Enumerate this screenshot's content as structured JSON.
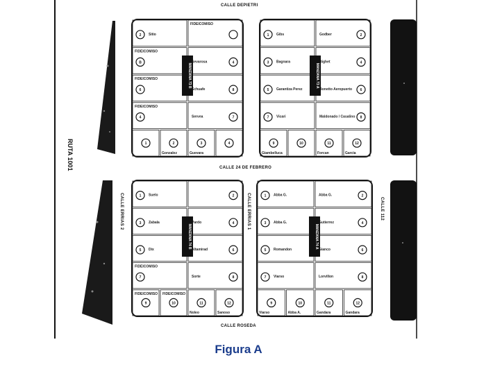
{
  "streets": {
    "top": "CALLE DEPIETRI",
    "middle": "CALLE 24 DE FEBRERO",
    "bottom": "CALLE ROSEDA",
    "left": "CALLE ERRIAS 2",
    "center": "CALLE ERRIAS 1",
    "right": "CALLE 112",
    "ruta": "RUTA 1001"
  },
  "caption": "Figura A",
  "blocks": [
    {
      "id": "top-left",
      "manzana": "MANZANA 73 B",
      "lots": [
        {
          "name": "Sitio",
          "number": "2"
        },
        {
          "name": "FIDEICOMISO",
          "number": ""
        },
        {
          "name": "FIDEICOMISO",
          "number": "B"
        },
        {
          "name": "Sevarosa",
          "number": "4"
        },
        {
          "name": "FIDEICOMISO",
          "number": "6"
        },
        {
          "name": "Schuafe",
          "number": "8"
        },
        {
          "name": "FIDEICOMISO",
          "number": "4"
        },
        {
          "name": "Servea",
          "number": "7"
        },
        {
          "name": "",
          "number": "1"
        },
        {
          "name": "Gonzalez",
          "number": "2"
        },
        {
          "name": "Guevara",
          "number": "3"
        },
        {
          "name": "",
          "number": "4"
        }
      ]
    },
    {
      "id": "top-right",
      "manzana": "MANZANA 73 A",
      "lots": [
        {
          "name": "Gibs",
          "number": "1"
        },
        {
          "name": "Godber",
          "number": "2"
        },
        {
          "name": "Bagnara",
          "number": "3"
        },
        {
          "name": "Bighet",
          "number": "4"
        },
        {
          "name": "Garantiza Perez",
          "number": "5"
        },
        {
          "name": "Bonetto Aeropuerto",
          "number": "6"
        },
        {
          "name": "Vicari",
          "number": "7"
        },
        {
          "name": "Maldonado / Casalino",
          "number": "8"
        },
        {
          "name": "Giambelluca",
          "number": "9"
        },
        {
          "name": "",
          "number": "10"
        },
        {
          "name": "Forcan",
          "number": "11"
        },
        {
          "name": "Garcia",
          "number": "12"
        }
      ]
    },
    {
      "id": "bottom-left",
      "manzana": "MANZANA 74 B",
      "lots": [
        {
          "name": "Suelo",
          "number": "1"
        },
        {
          "name": "",
          "number": "2"
        },
        {
          "name": "Zabala",
          "number": "3"
        },
        {
          "name": "Pardo",
          "number": "4"
        },
        {
          "name": "Dix",
          "number": "5"
        },
        {
          "name": "Altamirad",
          "number": "6"
        },
        {
          "name": "FIDEICOMISO",
          "number": "7"
        },
        {
          "name": "Sorte",
          "number": "8"
        },
        {
          "name": "FIDEICOMISO",
          "number": "9"
        },
        {
          "name": "FIDEICOMISO",
          "number": "10"
        },
        {
          "name": "Noleo",
          "number": "11"
        },
        {
          "name": "Sanoso",
          "number": "12"
        }
      ]
    },
    {
      "id": "bottom-right",
      "manzana": "MANZANA 74 A",
      "lots": [
        {
          "name": "Abba G.",
          "number": "1"
        },
        {
          "name": "Abba G.",
          "number": "2"
        },
        {
          "name": "Abba G.",
          "number": "3"
        },
        {
          "name": "Gutierrez",
          "number": "4"
        },
        {
          "name": "Romandon",
          "number": "5"
        },
        {
          "name": "Gianco",
          "number": "6"
        },
        {
          "name": "Viarso",
          "number": "7"
        },
        {
          "name": "Lorvillon",
          "number": "8"
        },
        {
          "name": "Viarso",
          "number": "9"
        },
        {
          "name": "Abba A.",
          "number": "10"
        },
        {
          "name": "Gandara",
          "number": "11"
        },
        {
          "name": "Gandara",
          "number": "12"
        }
      ]
    }
  ]
}
